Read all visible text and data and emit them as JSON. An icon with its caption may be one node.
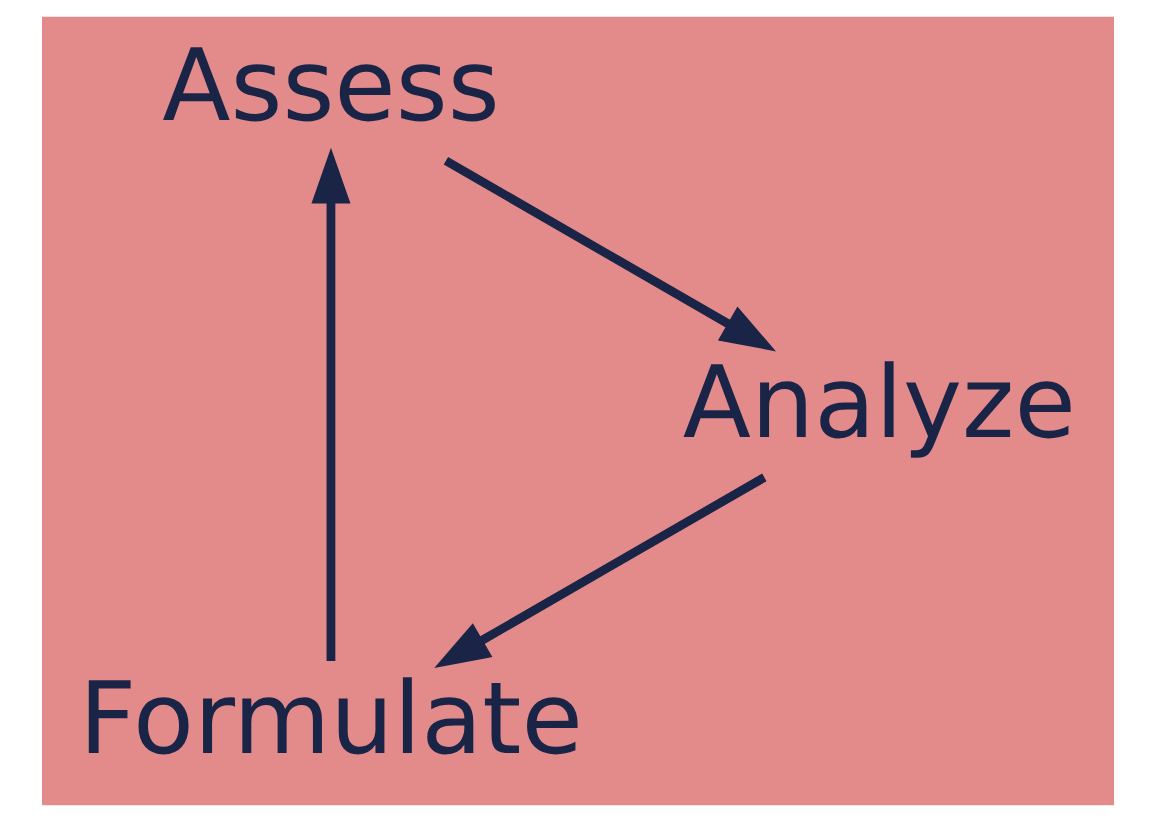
{
  "diagram": {
    "nodes": [
      {
        "text": [
          "Formulate"
        ]
      },
      {
        "text": [
          "Assess"
        ]
      },
      {
        "text": [
          "Analyze"
        ]
      }
    ],
    "edges": [
      {
        "from": 0,
        "to": 1,
        "arrow": "to"
      },
      {
        "from": 1,
        "to": 2,
        "arrow": "to"
      },
      {
        "from": 2,
        "to": 0,
        "arrow": "to"
      }
    ]
  }
}
